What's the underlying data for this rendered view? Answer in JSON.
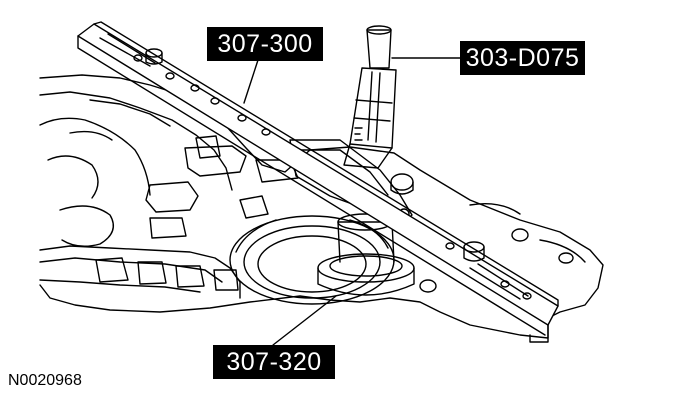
{
  "callouts": [
    {
      "label": "307-300",
      "target": "straightedge bar"
    },
    {
      "label": "303-D075",
      "target": "depth micrometer"
    },
    {
      "label": "307-320",
      "target": "gauge adapter on shaft"
    }
  ],
  "figure_id": "N0020968",
  "colors": {
    "line": "#000000",
    "background": "#ffffff",
    "callout_fill": "#000000",
    "callout_text": "#ffffff"
  }
}
